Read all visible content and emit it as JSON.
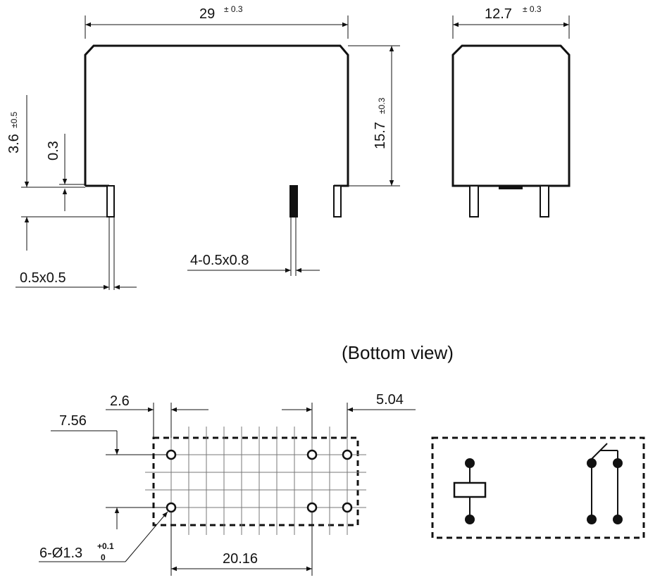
{
  "front_view": {
    "length": "29",
    "length_tol": "± 0.3",
    "height": "15.7",
    "height_tol": "±0.3",
    "pin_length": "3.6",
    "pin_length_tol": "±0.5",
    "standoff": "0.3",
    "pin_size_corner": "0.5x0.5",
    "pin_size": "4-0.5x0.8"
  },
  "side_view": {
    "width": "12.7",
    "width_tol": "± 0.3"
  },
  "bottom_view": {
    "title": "(Bottom view)",
    "dim_left_spacing": "2.6",
    "dim_right_spacing": "5.04",
    "dim_row_spacing": "7.56",
    "dim_span": "20.16",
    "hole_prefix": "6-Ø1.3",
    "hole_tol_upper": "+0.1",
    "hole_tol_lower": "0"
  }
}
